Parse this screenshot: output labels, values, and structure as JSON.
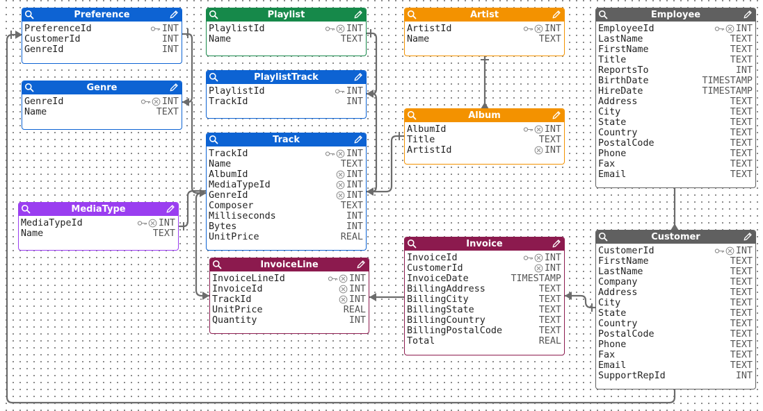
{
  "colors": {
    "blue": "#0d63d3",
    "green": "#16894a",
    "orange": "#f39200",
    "gray": "#606060",
    "purple": "#9a3ef0",
    "maroon": "#8c1a4e",
    "link": "#6b6b6b"
  },
  "icons": {
    "header_left": "search-icon",
    "header_right": "edit-pencil-icon",
    "primary_key": "key-icon",
    "foreign_key": "link-x-icon"
  },
  "tables": {
    "preference": {
      "title": "Preference",
      "cols": [
        {
          "name": "PreferenceId",
          "type": "INT",
          "pk": true,
          "fk": false
        },
        {
          "name": "CustomerId",
          "type": "INT",
          "pk": false,
          "fk": false
        },
        {
          "name": "GenreId",
          "type": "INT",
          "pk": false,
          "fk": false
        }
      ]
    },
    "genre": {
      "title": "Genre",
      "cols": [
        {
          "name": "GenreId",
          "type": "INT",
          "pk": true,
          "fk": true
        },
        {
          "name": "Name",
          "type": "TEXT",
          "pk": false,
          "fk": false
        }
      ]
    },
    "mediatype": {
      "title": "MediaType",
      "cols": [
        {
          "name": "MediaTypeId",
          "type": "INT",
          "pk": true,
          "fk": true
        },
        {
          "name": "Name",
          "type": "TEXT",
          "pk": false,
          "fk": false
        }
      ]
    },
    "playlist": {
      "title": "Playlist",
      "cols": [
        {
          "name": "PlaylistId",
          "type": "INT",
          "pk": true,
          "fk": true
        },
        {
          "name": "Name",
          "type": "TEXT",
          "pk": false,
          "fk": false
        }
      ]
    },
    "playlisttrack": {
      "title": "PlaylistTrack",
      "cols": [
        {
          "name": "PlaylistId",
          "type": "INT",
          "pk": true,
          "fk": false
        },
        {
          "name": "TrackId",
          "type": "INT",
          "pk": false,
          "fk": false
        }
      ]
    },
    "track": {
      "title": "Track",
      "cols": [
        {
          "name": "TrackId",
          "type": "INT",
          "pk": true,
          "fk": true
        },
        {
          "name": "Name",
          "type": "TEXT",
          "pk": false,
          "fk": false
        },
        {
          "name": "AlbumId",
          "type": "INT",
          "pk": false,
          "fk": true
        },
        {
          "name": "MediaTypeId",
          "type": "INT",
          "pk": false,
          "fk": true
        },
        {
          "name": "GenreId",
          "type": "INT",
          "pk": false,
          "fk": true
        },
        {
          "name": "Composer",
          "type": "TEXT",
          "pk": false,
          "fk": false
        },
        {
          "name": "Milliseconds",
          "type": "INT",
          "pk": false,
          "fk": false
        },
        {
          "name": "Bytes",
          "type": "INT",
          "pk": false,
          "fk": false
        },
        {
          "name": "UnitPrice",
          "type": "REAL",
          "pk": false,
          "fk": false
        }
      ]
    },
    "invoiceline": {
      "title": "InvoiceLine",
      "cols": [
        {
          "name": "InvoiceLineId",
          "type": "INT",
          "pk": true,
          "fk": true
        },
        {
          "name": "InvoiceId",
          "type": "INT",
          "pk": false,
          "fk": true
        },
        {
          "name": "TrackId",
          "type": "INT",
          "pk": false,
          "fk": true
        },
        {
          "name": "UnitPrice",
          "type": "REAL",
          "pk": false,
          "fk": false
        },
        {
          "name": "Quantity",
          "type": "INT",
          "pk": false,
          "fk": false
        }
      ]
    },
    "artist": {
      "title": "Artist",
      "cols": [
        {
          "name": "ArtistId",
          "type": "INT",
          "pk": true,
          "fk": true
        },
        {
          "name": "Name",
          "type": "TEXT",
          "pk": false,
          "fk": false
        }
      ]
    },
    "album": {
      "title": "Album",
      "cols": [
        {
          "name": "AlbumId",
          "type": "INT",
          "pk": true,
          "fk": true
        },
        {
          "name": "Title",
          "type": "TEXT",
          "pk": false,
          "fk": false
        },
        {
          "name": "ArtistId",
          "type": "INT",
          "pk": false,
          "fk": true
        }
      ]
    },
    "invoice": {
      "title": "Invoice",
      "cols": [
        {
          "name": "InvoiceId",
          "type": "INT",
          "pk": true,
          "fk": true
        },
        {
          "name": "CustomerId",
          "type": "INT",
          "pk": false,
          "fk": true
        },
        {
          "name": "InvoiceDate",
          "type": "TIMESTAMP",
          "pk": false,
          "fk": false
        },
        {
          "name": "BillingAddress",
          "type": "TEXT",
          "pk": false,
          "fk": false
        },
        {
          "name": "BillingCity",
          "type": "TEXT",
          "pk": false,
          "fk": false
        },
        {
          "name": "BillingState",
          "type": "TEXT",
          "pk": false,
          "fk": false
        },
        {
          "name": "BillingCountry",
          "type": "TEXT",
          "pk": false,
          "fk": false
        },
        {
          "name": "BillingPostalCode",
          "type": "TEXT",
          "pk": false,
          "fk": false
        },
        {
          "name": "Total",
          "type": "REAL",
          "pk": false,
          "fk": false
        }
      ]
    },
    "employee": {
      "title": "Employee",
      "cols": [
        {
          "name": "EmployeeId",
          "type": "INT",
          "pk": true,
          "fk": true
        },
        {
          "name": "LastName",
          "type": "TEXT",
          "pk": false,
          "fk": false
        },
        {
          "name": "FirstName",
          "type": "TEXT",
          "pk": false,
          "fk": false
        },
        {
          "name": "Title",
          "type": "TEXT",
          "pk": false,
          "fk": false
        },
        {
          "name": "ReportsTo",
          "type": "INT",
          "pk": false,
          "fk": false
        },
        {
          "name": "BirthDate",
          "type": "TIMESTAMP",
          "pk": false,
          "fk": false
        },
        {
          "name": "HireDate",
          "type": "TIMESTAMP",
          "pk": false,
          "fk": false
        },
        {
          "name": "Address",
          "type": "TEXT",
          "pk": false,
          "fk": false
        },
        {
          "name": "City",
          "type": "TEXT",
          "pk": false,
          "fk": false
        },
        {
          "name": "State",
          "type": "TEXT",
          "pk": false,
          "fk": false
        },
        {
          "name": "Country",
          "type": "TEXT",
          "pk": false,
          "fk": false
        },
        {
          "name": "PostalCode",
          "type": "TEXT",
          "pk": false,
          "fk": false
        },
        {
          "name": "Phone",
          "type": "TEXT",
          "pk": false,
          "fk": false
        },
        {
          "name": "Fax",
          "type": "TEXT",
          "pk": false,
          "fk": false
        },
        {
          "name": "Email",
          "type": "TEXT",
          "pk": false,
          "fk": false
        }
      ]
    },
    "customer": {
      "title": "Customer",
      "cols": [
        {
          "name": "CustomerId",
          "type": "INT",
          "pk": true,
          "fk": true
        },
        {
          "name": "FirstName",
          "type": "TEXT",
          "pk": false,
          "fk": false
        },
        {
          "name": "LastName",
          "type": "TEXT",
          "pk": false,
          "fk": false
        },
        {
          "name": "Company",
          "type": "TEXT",
          "pk": false,
          "fk": false
        },
        {
          "name": "Address",
          "type": "TEXT",
          "pk": false,
          "fk": false
        },
        {
          "name": "City",
          "type": "TEXT",
          "pk": false,
          "fk": false
        },
        {
          "name": "State",
          "type": "TEXT",
          "pk": false,
          "fk": false
        },
        {
          "name": "Country",
          "type": "TEXT",
          "pk": false,
          "fk": false
        },
        {
          "name": "PostalCode",
          "type": "TEXT",
          "pk": false,
          "fk": false
        },
        {
          "name": "Phone",
          "type": "TEXT",
          "pk": false,
          "fk": false
        },
        {
          "name": "Fax",
          "type": "TEXT",
          "pk": false,
          "fk": false
        },
        {
          "name": "Email",
          "type": "TEXT",
          "pk": false,
          "fk": false
        },
        {
          "name": "SupportRepId",
          "type": "INT",
          "pk": false,
          "fk": false
        }
      ]
    }
  }
}
